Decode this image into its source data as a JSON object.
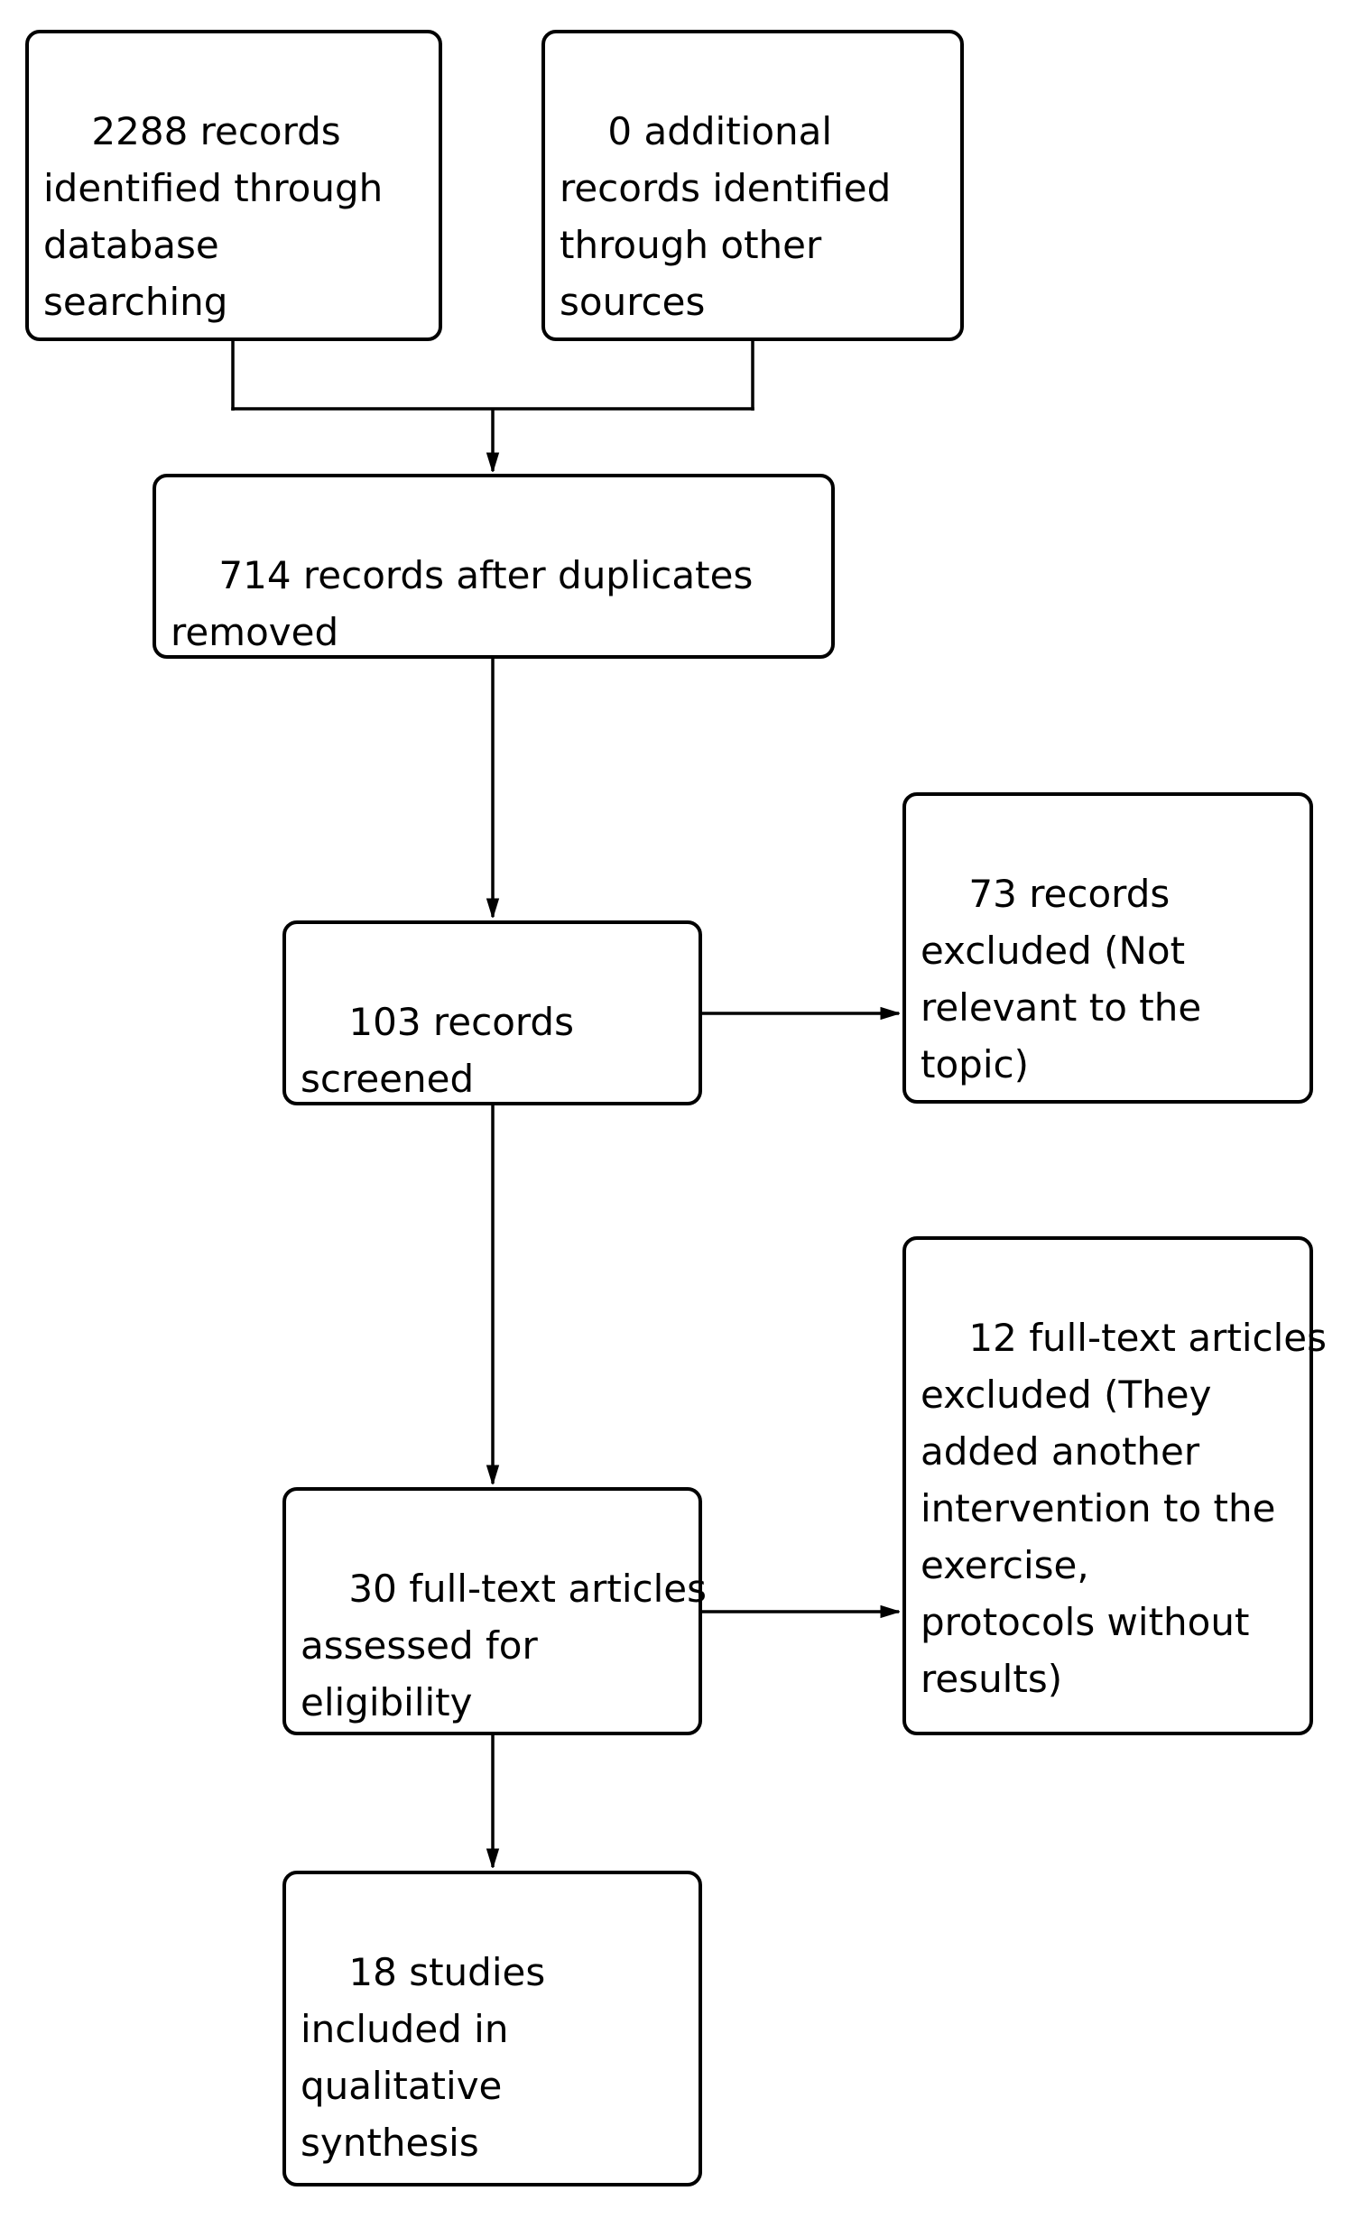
{
  "diagram": {
    "type": "flowchart",
    "colors": {
      "background": "#ffffff",
      "box_border": "#000000",
      "line": "#000000",
      "text": "#000000"
    },
    "nodes": [
      {
        "id": "records-identified-database",
        "value": 2288,
        "text": "2288 records\nidentified through\ndatabase\nsearching"
      },
      {
        "id": "records-identified-other",
        "value": 0,
        "text": "0 additional\nrecords identified\nthrough other\nsources"
      },
      {
        "id": "records-after-duplicates",
        "value": 714,
        "text": "714 records after duplicates\nremoved"
      },
      {
        "id": "records-screened",
        "value": 103,
        "text": "103 records\nscreened"
      },
      {
        "id": "records-excluded",
        "value": 73,
        "text": "73 records\nexcluded (Not\nrelevant to the\ntopic)"
      },
      {
        "id": "fulltext-assessed",
        "value": 30,
        "text": "30 full-text articles\nassessed for\neligibility"
      },
      {
        "id": "fulltext-excluded",
        "value": 12,
        "text": "12 full-text articles\nexcluded (They\nadded another\nintervention to the\nexercise,\nprotocols without\nresults)"
      },
      {
        "id": "studies-included",
        "value": 18,
        "text": "18 studies\nincluded in\nqualitative\nsynthesis"
      }
    ],
    "edges": [
      {
        "from": "records-identified-database",
        "to": "records-after-duplicates"
      },
      {
        "from": "records-identified-other",
        "to": "records-after-duplicates"
      },
      {
        "from": "records-after-duplicates",
        "to": "records-screened"
      },
      {
        "from": "records-screened",
        "to": "records-excluded"
      },
      {
        "from": "records-screened",
        "to": "fulltext-assessed"
      },
      {
        "from": "fulltext-assessed",
        "to": "fulltext-excluded"
      },
      {
        "from": "fulltext-assessed",
        "to": "studies-included"
      }
    ]
  }
}
